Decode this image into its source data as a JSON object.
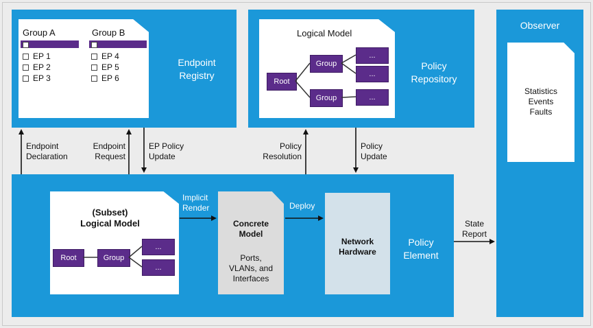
{
  "panels": {
    "endpoint_registry": {
      "label_line1": "Endpoint",
      "label_line2": "Registry"
    },
    "policy_repository": {
      "label_line1": "Policy",
      "label_line2": "Repository"
    },
    "observer": {
      "label": "Observer"
    },
    "policy_element": {
      "label_line1": "Policy",
      "label_line2": "Element"
    }
  },
  "registry_doc": {
    "group_a": {
      "title": "Group A",
      "items": [
        "EP 1",
        "EP 2",
        "EP 3"
      ]
    },
    "group_b": {
      "title": "Group B",
      "items": [
        "EP 4",
        "EP 5",
        "EP 6"
      ]
    }
  },
  "logical_model": {
    "title": "Logical Model",
    "root": "Root",
    "group": "Group",
    "leaf": "..."
  },
  "observer_doc": {
    "lines": [
      "Statistics",
      "Events",
      "Faults"
    ]
  },
  "subset_model": {
    "title_line1": "(Subset)",
    "title_line2": "Logical Model",
    "root": "Root",
    "group": "Group",
    "leaf": "..."
  },
  "concrete_model": {
    "title_line1": "Concrete",
    "title_line2": "Model",
    "desc_line1": "Ports,",
    "desc_line2": "VLANs, and",
    "desc_line3": "Interfaces"
  },
  "network_hardware": {
    "line1": "Network",
    "line2": "Hardware"
  },
  "arrows": {
    "endpoint_declaration": {
      "line1": "Endpoint",
      "line2": "Declaration"
    },
    "endpoint_request": {
      "line1": "Endpoint",
      "line2": "Request"
    },
    "ep_policy_update": {
      "line1": "EP Policy",
      "line2": "Update"
    },
    "policy_resolution": {
      "line1": "Policy",
      "line2": "Resolution"
    },
    "policy_update": {
      "line1": "Policy",
      "line2": "Update"
    },
    "implicit_render": {
      "line1": "Implicit",
      "line2": "Render"
    },
    "deploy": {
      "label": "Deploy"
    },
    "state_report": {
      "line1": "State",
      "line2": "Report"
    }
  },
  "colors": {
    "panel_blue": "#1b98d9",
    "purple": "#5b2c8a",
    "background": "#ececec",
    "hardware_fill": "#d3e1ea"
  }
}
